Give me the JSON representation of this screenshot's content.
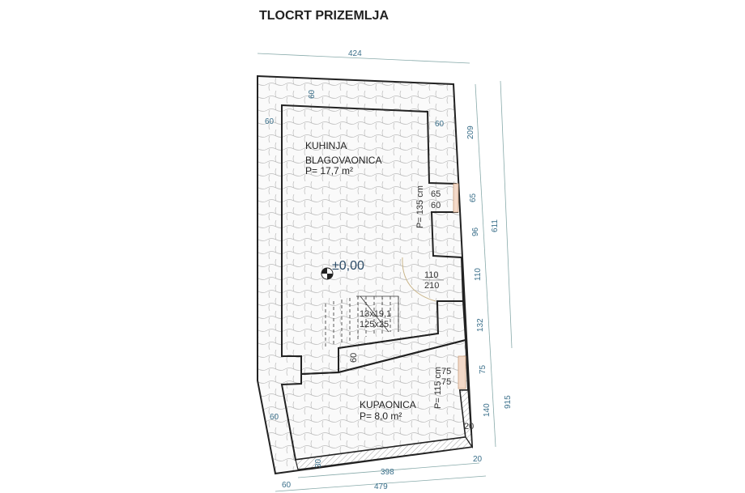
{
  "title": "TLOCRT PRIZEMLJA",
  "rooms": [
    {
      "name_line1": "KUHINJA",
      "name_line2": "BLAGOVAONICA",
      "area": "P= 17,7 m²"
    },
    {
      "name_line1": "KUPAONICA",
      "area": "P= 8,0 m²"
    }
  ],
  "level": "±0,00",
  "stairs": {
    "line1": "13x19,1",
    "line2": "125x25"
  },
  "door": {
    "width": "110",
    "height": "210"
  },
  "windows": {
    "kitchen": {
      "sill": "P= 135 cm",
      "w": "65",
      "h": "60"
    },
    "bath": {
      "sill": "P= 115 cm",
      "w": "75",
      "h": "75"
    }
  },
  "dimensions": {
    "top": "424",
    "wall_top": "60",
    "wall_left": "60",
    "wall_right": "60",
    "stone_wall": "60",
    "wall_bottom_left": "60",
    "wall_bottom_inner": "30",
    "wall_bath_right": "20",
    "right_chain": [
      "209",
      "65",
      "96",
      "110",
      "132",
      "75",
      "140"
    ],
    "right_total": "611",
    "right_total_2": "915",
    "bottom_inner": "398",
    "bottom_right": "20",
    "bottom_total": "479",
    "bottom_left": "60"
  }
}
